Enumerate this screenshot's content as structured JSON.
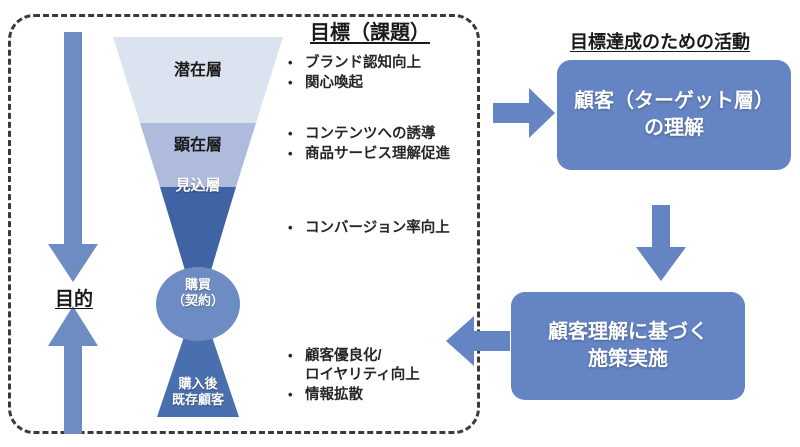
{
  "diagram": {
    "goal_heading": "目標（課題）",
    "activity_heading": "目標達成のための活動",
    "purpose_label": "目的"
  },
  "funnel": {
    "stages": [
      {
        "name": "latent",
        "label": "潜在層",
        "color": "#dce3f0"
      },
      {
        "name": "aware",
        "label": "顕在層",
        "color": "#aebbdc"
      },
      {
        "name": "prospect",
        "label": "見込層",
        "color": "#3f63a4"
      },
      {
        "name": "purchase",
        "label": "購買\n（契約）",
        "color": "#6e8cc4"
      },
      {
        "name": "existing",
        "label": "購入後\n既存顧客",
        "color": "#4a6fae"
      }
    ],
    "labels": {
      "latent": "潜在層",
      "aware": "顕在層",
      "prospect": "見込層",
      "purchase_line1": "購買",
      "purchase_line2": "（契約）",
      "existing_line1": "購入後",
      "existing_line2": "既存顧客"
    }
  },
  "goals": {
    "latent": [
      "ブランド認知向上",
      "関心喚起"
    ],
    "aware": [
      "コンテンツへの誘導",
      "商品サービス理解促進"
    ],
    "prospect": [
      "コンバージョン率向上"
    ],
    "existing": [
      "顧客優良化/\nロイヤリティ向上",
      "情報拡散"
    ],
    "existing_items": [
      {
        "line1": "顧客優良化/",
        "line2": "ロイヤリティ向上"
      },
      {
        "line1": "情報拡散",
        "line2": ""
      }
    ]
  },
  "activities": {
    "box1_line1": "顧客（ターゲット層）",
    "box1_line2": "の理解",
    "box2_line1": "顧客理解に基づく",
    "box2_line2": "施策実施"
  },
  "colors": {
    "accent": "#6484c4",
    "arrow": "#6e8cc4",
    "funnel_light": "#dce3f0",
    "funnel_mid": "#aebbdc",
    "funnel_dark": "#3f63a4",
    "border": "#3a3a3a",
    "text": "#262626"
  }
}
